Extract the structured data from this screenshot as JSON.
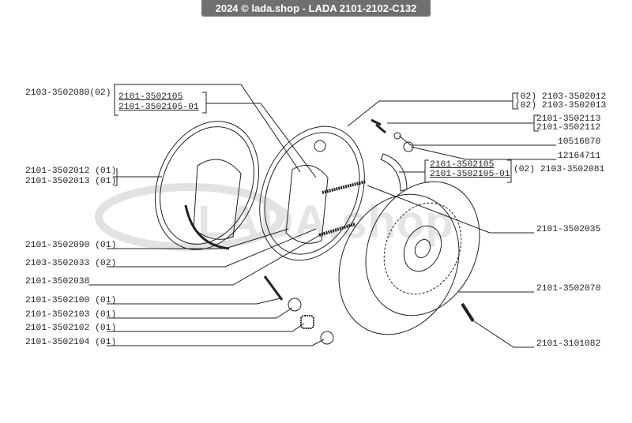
{
  "header": {
    "title": "2024 © lada.shop - LADA 2101-2102-C132"
  },
  "watermark": "LADA.shop",
  "labels_left": [
    "2103-3502080(02)",
    "2101-3502012 (01)",
    "2101-3502013 (01)",
    "2101-3502090 (01)",
    "2103-3502033 (02)",
    "2101-3502038",
    "2101-3502100 (01)",
    "2101-3502103 (01)",
    "2101-3502102 (01)",
    "2101-3502104 (01)"
  ],
  "box_left": [
    "2101-3502105",
    "2101-3502105-01"
  ],
  "labels_right": [
    "(02) 2103-3502012",
    "(02) 2103-3502013",
    "2101-3502113",
    "2101-3502112",
    "10516870",
    "12164711",
    "(02) 2103-3502081",
    "2101-3502035",
    "2101-3502070",
    "2101-3101082"
  ],
  "box_right": [
    "2101-3502105",
    "2101-3502105-01"
  ]
}
